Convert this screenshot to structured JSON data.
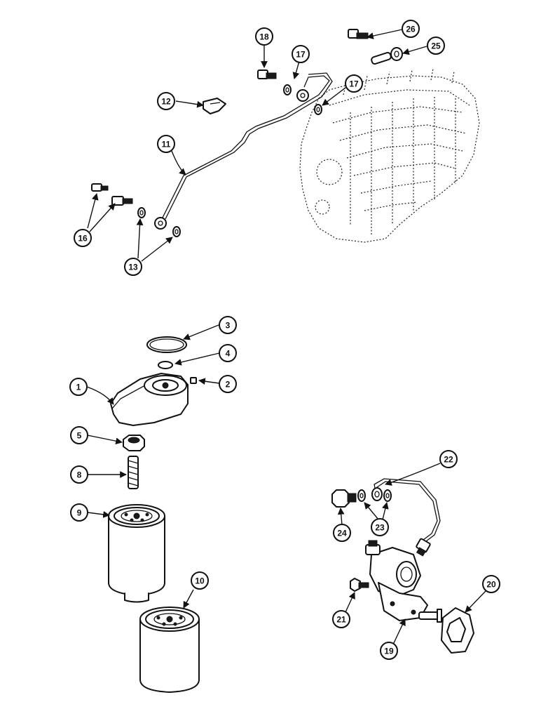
{
  "callouts": [
    {
      "id": "c1",
      "label": "1"
    },
    {
      "id": "c2",
      "label": "2"
    },
    {
      "id": "c3",
      "label": "3"
    },
    {
      "id": "c4",
      "label": "4"
    },
    {
      "id": "c5",
      "label": "5"
    },
    {
      "id": "c8",
      "label": "8"
    },
    {
      "id": "c9",
      "label": "9"
    },
    {
      "id": "c10",
      "label": "10"
    },
    {
      "id": "c11",
      "label": "11"
    },
    {
      "id": "c12",
      "label": "12"
    },
    {
      "id": "c13",
      "label": "13"
    },
    {
      "id": "c16",
      "label": "16"
    },
    {
      "id": "c17a",
      "label": "17"
    },
    {
      "id": "c17b",
      "label": "17"
    },
    {
      "id": "c18",
      "label": "18"
    },
    {
      "id": "c19",
      "label": "19"
    },
    {
      "id": "c20",
      "label": "20"
    },
    {
      "id": "c21",
      "label": "21"
    },
    {
      "id": "c22",
      "label": "22"
    },
    {
      "id": "c23",
      "label": "23"
    },
    {
      "id": "c24",
      "label": "24"
    },
    {
      "id": "c25",
      "label": "25"
    },
    {
      "id": "c26",
      "label": "26"
    }
  ]
}
